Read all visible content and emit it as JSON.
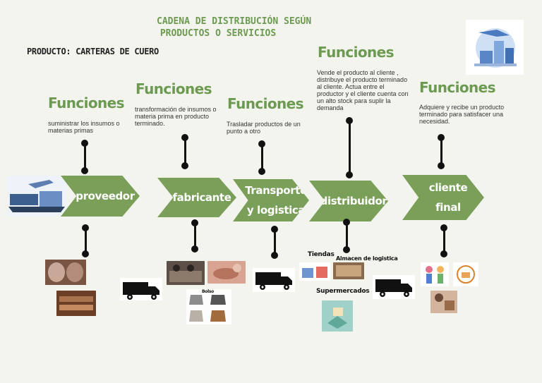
{
  "header": {
    "title_line1": "CADENA DE DISTRIBUCIÓN SEGÚN",
    "title_line2": "PRODUCTOS O SERVICIOS",
    "product": "PRODUCTO: CARTERAS DE CUERO"
  },
  "stages": [
    {
      "label": "proveedor",
      "functions_title": "Funciones",
      "description": "suministrar los insumos o materias primas"
    },
    {
      "label": "fabricante",
      "functions_title": "Funciones",
      "description": "transformación de insumos o materia prima en producto terminado."
    },
    {
      "label_line1": "Transporte",
      "label_line2": "y logistica",
      "functions_title": "Funciones",
      "description": "Trasladar productos de un punto a otro"
    },
    {
      "label": "distribuidor",
      "functions_title": "Funciones",
      "description": "Vende el producto al cliente , distribuye el producto terminado al cliente. Actua entre el productor y el cliente cuenta con un alto stock para suplir la demanda"
    },
    {
      "label_line1": "cliente",
      "label_line2": "final",
      "functions_title": "Funciones",
      "description": "Adquiere y recibe un producto terminado  para satisfacer una necesidad."
    }
  ],
  "labels": {
    "tiendas": "Tiendas",
    "almacen": "Almacen de logistica",
    "supermercados": "Supermercados",
    "bolsos": "Bolso"
  },
  "colors": {
    "accent": "#6c9a51",
    "arrow": "#7a9f59",
    "background": "#f4f4ef"
  }
}
